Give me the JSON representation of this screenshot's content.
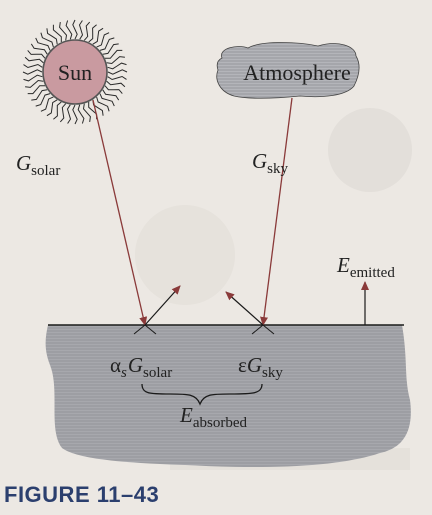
{
  "labels": {
    "sun": "Sun",
    "atmosphere": "Atmosphere",
    "g_solar_symbol": "G",
    "g_solar_sub": "solar",
    "g_sky_symbol": "G",
    "g_sky_sub": "sky",
    "e_emitted_symbol": "E",
    "e_emitted_sub": "emitted",
    "absorbed_solar_alpha": "α",
    "absorbed_solar_alpha_sub": "s",
    "absorbed_solar_symbol": "G",
    "absorbed_solar_sub": "solar",
    "absorbed_sky_epsilon": "ε",
    "absorbed_sky_symbol": "G",
    "absorbed_sky_sub": "sky",
    "e_absorbed_symbol": "E",
    "e_absorbed_sub": "absorbed"
  },
  "figure_label": "FIGURE 11–43",
  "colors": {
    "sun_fill": "#c99aa0",
    "surface_fill": "#a9aaae",
    "cloud_fill": "#b2b3b8",
    "arrow": "#8a3a3a",
    "caption": "#2b3f6e"
  }
}
